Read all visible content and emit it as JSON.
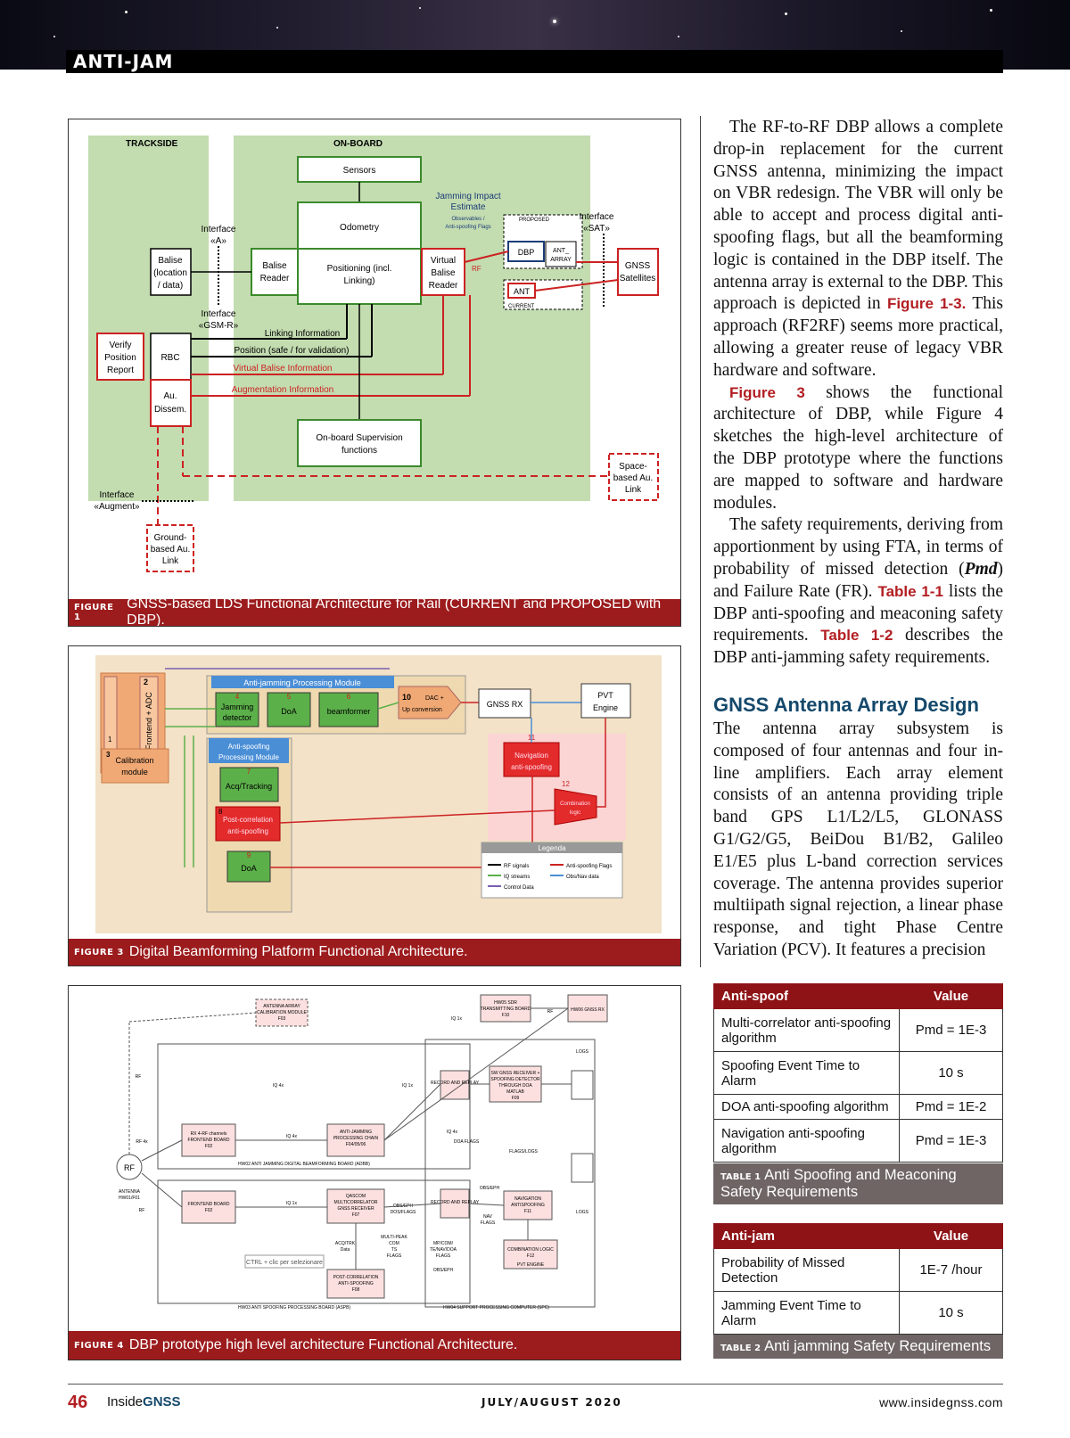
{
  "header": {
    "section": "ANTI-JAM"
  },
  "figure1": {
    "label": "FIGURE 1",
    "caption": "GNSS-based LDS Functional Architecture for Rail (CURRENT and PROPOSED with DBP).",
    "trackside": "TRACKSIDE",
    "onboard": "ON-BOARD",
    "sensors": "Sensors",
    "odometry": "Odometry",
    "jam_est_1": "Jamming Impact",
    "jam_est_2": "Estimate",
    "proposed": "PROPOSED",
    "current": "CURRENT",
    "observables_1": "Observables /",
    "observables_2": "Anti-spoofing Flags",
    "iface_a_1": "Interface",
    "iface_a_2": "«A»",
    "iface_sat_1": "Interface",
    "iface_sat_2": "«SAT»",
    "iface_gsmr_1": "Interface",
    "iface_gsmr_2": "«GSM-R»",
    "iface_aug_1": "Interface",
    "iface_aug_2": "«Augment»",
    "balise_1": "Balise",
    "balise_2": "(location",
    "balise_3": "/ data)",
    "balise_reader_1": "Balise",
    "balise_reader_2": "Reader",
    "positioning_1": "Positioning (incl.",
    "positioning_2": "Linking)",
    "vbr_1": "Virtual",
    "vbr_2": "Balise",
    "vbr_3": "Reader",
    "rf": "RF",
    "dbp": "DBP",
    "ant_array_1": "ANT_",
    "ant_array_2": "ARRAY",
    "ant": "ANT",
    "gnss_sat_1": "GNSS",
    "gnss_sat_2": "Satellites",
    "verify_1": "Verify",
    "verify_2": "Position",
    "verify_3": "Report",
    "rbc": "RBC",
    "audissem_1": "Au.",
    "audissem_2": "Dissem.",
    "linking": "Linking Information",
    "position": "Position (safe / for validation)",
    "vbi": "Virtual Balise Information",
    "aug": "Augmentation Information",
    "supervision_1": "On-board Supervision",
    "supervision_2": "functions",
    "space_1": "Space-",
    "space_2": "based Au.",
    "space_3": "Link",
    "ground_1": "Ground-",
    "ground_2": "based Au.",
    "ground_3": "Link"
  },
  "figure3": {
    "label": "FIGURE 3",
    "caption": "Digital Beamforming Platform Functional Architecture.",
    "ajpm": "Anti-jamming Processing Module",
    "frontend": "Frontend + ADC",
    "n1": "1",
    "n2": "2",
    "n3": "3",
    "n4": "4",
    "n5": "5",
    "n6": "6",
    "n7": "7",
    "n8": "8",
    "n9": "9",
    "n10": "10",
    "n11": "11",
    "n12": "12",
    "jam_det_1": "Jamming",
    "jam_det_2": "detector",
    "doa": "DoA",
    "beamformer": "beamformer",
    "dac_1": "DAC +",
    "dac_2": "Up conversion",
    "gnssrx": "GNSS RX",
    "pvt_1": "PVT",
    "pvt_2": "Engine",
    "nav_1": "Navigation",
    "nav_2": "anti-spoofing",
    "asp_1": "Anti-spoofing",
    "asp_2": "Processing Module",
    "calib_1": "Calibration",
    "calib_2": "module",
    "acq": "Acq/Tracking",
    "post_1": "Post-correlation",
    "post_2": "anti-spoofing",
    "comb_1": "Combination",
    "comb_2": "logic",
    "legenda": "Legenda",
    "lg_rf": "RF signals",
    "lg_iq": "IQ streams",
    "lg_cd": "Control Data",
    "lg_as": "Anti-spoofing Flags",
    "lg_obs": "Obs/Nav data"
  },
  "figure4": {
    "label": "FIGURE 4",
    "caption": "DBP prototype high level architecture Functional Architecture.",
    "calib_1": "ANTENNA ARRAY",
    "calib_2": "CALIBRATION MODULE",
    "calib_3": "F03",
    "hw05_1": "HW05 SDR",
    "hw05_2": "TRANSMITTING BOARD",
    "hw05_3": "F10",
    "hw06": "HW06 GNSS RX",
    "rf4_1": "RX 4-RF channels",
    "rf4_2": "FRONTEND BOARD",
    "rf4_3": "F02",
    "ajchain_1": "ANTI-JAMMING",
    "ajchain_2": "PROCESSING CHAIN",
    "ajchain_3": "F04/05/06",
    "hw02": "HW02 ANTI JAMMING DIGITAL BEAMFORMING BOARD (ADBB)",
    "record": "RECORD AND REPLAY",
    "swrx_1": "SW GNSS RECEIVER +",
    "swrx_2": "SPOOFING DETECTOR",
    "swrx_3": "THROUGH DOA",
    "swrx_4": "MATLAB",
    "swrx_5": "F09",
    "fe_1": "FRONTEND BOARD",
    "fe_2": "F02",
    "qascom_1": "QASCOM",
    "qascom_2": "MULTICORRELATOR",
    "qascom_3": "GNSS RECEIVER",
    "qascom_4": "F07",
    "navas_1": "NAVIGATION",
    "navas_2": "ANTISPOOFING",
    "navas_3": "F11",
    "comb_1": "COMBINATION LOGIC",
    "comb_2": "F12",
    "pvt": "PVT ENGINE",
    "post_1": "POST-CORRELATION",
    "post_2": "ANTI-SPOOFING",
    "post_3": "F08",
    "hw03": "HW03 ANTI SPOOFING PROCESSING BOARD (ASPB)",
    "hw04": "HW04 SUPPORT PROCESSING COMPUTER (SPC)",
    "antenna_1": "ANTENNA",
    "antenna_2": "HW01/F01",
    "ctrl": "CTRL + clic per selezionare",
    "rf": "RF",
    "rf4": "RF 4x",
    "iq4": "IQ 4x",
    "iq1": "IQ 1x",
    "logs": "LOGS",
    "doaflags": "DOA FLAGS",
    "flagslogs": "FLAGS/LOGS",
    "obseph": "OBS/EPH",
    "obsflags_1": "OBS/EPH",
    "obsflags_2": "DOS/FLAGS",
    "navflags_1": "NAV",
    "navflags_2": "FLAGS",
    "acq_1": "ACQ/TRK",
    "acq_2": "Data",
    "mp_1": "MULTI-PEAK",
    "mp_2": "COM",
    "mp_3": "TS",
    "mp_4": "FLAGS",
    "mpcom_1": "MP/COM/",
    "mpcom_2": "TE/NAV/DOA",
    "mpcom_3": "FLAGS"
  },
  "article": {
    "p1_a": "The RF-to-RF DBP allows a complete drop-in replacement for the current GNSS antenna, minimizing the impact on VBR redesign. The VBR will only be able to accept and process digital anti-spoofing flags, but all the beamforming logic is contained in the DBP itself. The antenna array is external to the DBP. This approach is depicted in ",
    "p1_ref": "Figure 1-3.",
    "p1_b": " This approach (RF2RF) seems more practical, allowing a greater reuse of legacy VBR hardware and software.",
    "p2_ref": "Figure 3",
    "p2_b": " shows the functional architecture of DBP, while Figure 4 sketches the high-level architecture of the DBP prototype where the functions are mapped to software and hardware modules.",
    "p3_a": "The safety requirements, deriving from apportionment by using FTA, in terms of probability of missed detection (",
    "p3_pmd": "Pmd",
    "p3_b": ") and Failure Rate (FR). ",
    "p3_ref1": "Table 1-1",
    "p3_c": " lists the DBP anti-spoofing and meaconing safety requirements. ",
    "p3_ref2": "Table 1-2",
    "p3_d": " describes the DBP anti-jamming safety requirements.",
    "h2": "GNSS Antenna Array Design",
    "p4": "The antenna array subsystem is composed of four antennas and four in-line amplifiers. Each array element consists of an antenna providing triple band GPS L1/L2/L5, GLONASS G1/G2/G5, BeiDou B1/B2, Galileo E1/E5 plus L-band correction services coverage. The antenna provides superior multiipath signal rejection, a linear phase response, and tight Phase Centre Variation (PCV). It features a precision"
  },
  "table1": {
    "h1": "Anti-spoof",
    "h2": "Value",
    "rows": [
      {
        "k": "Multi-correlator anti-spoofing algorithm",
        "v": "Pmd = 1E-3"
      },
      {
        "k": "Spoofing Event Time to Alarm",
        "v": "10 s"
      },
      {
        "k": "DOA anti-spoofing algorithm",
        "v": "Pmd = 1E-2"
      },
      {
        "k": "Navigation anti-spoofing algorithm",
        "v": "Pmd = 1E-3"
      }
    ],
    "label": "TABLE 1",
    "caption": "Anti Spoofing and Meaconing Safety Requirements"
  },
  "table2": {
    "h1": "Anti-jam",
    "h2": "Value",
    "rows": [
      {
        "k": "Probability of Missed Detection",
        "v": "1E-7 /hour"
      },
      {
        "k": "Jamming Event Time to Alarm",
        "v": "10 s"
      }
    ],
    "label": "TABLE 2",
    "caption": "Anti jamming Safety Requirements"
  },
  "footer": {
    "page": "46",
    "mag_a": "Inside",
    "mag_b": "GNSS",
    "date": "JULY/AUGUST 2020",
    "web": "www.insidegnss.com"
  }
}
